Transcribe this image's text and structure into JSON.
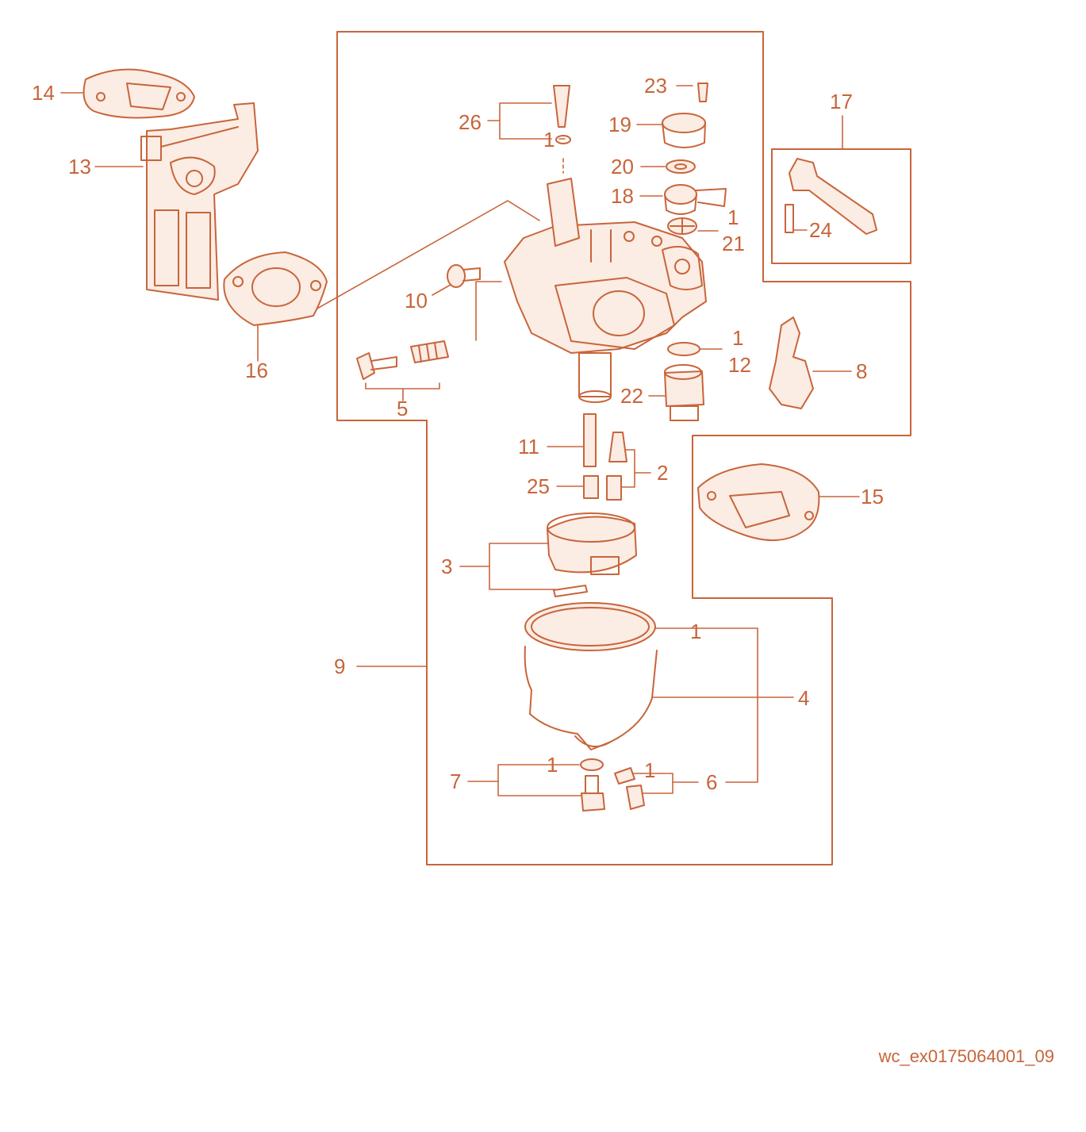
{
  "colors": {
    "ink": "#c8653a",
    "background": "#ffffff"
  },
  "callouts": {
    "c1a": "1",
    "c1b": "1",
    "c1c": "1",
    "c1d": "1",
    "c1e": "1",
    "c1f": "1",
    "c2": "2",
    "c3": "3",
    "c4": "4",
    "c5": "5",
    "c6": "6",
    "c7": "7",
    "c8": "8",
    "c9": "9",
    "c10": "10",
    "c11": "11",
    "c12": "12",
    "c13": "13",
    "c14": "14",
    "c15": "15",
    "c16": "16",
    "c17": "17",
    "c18": "18",
    "c19": "19",
    "c20": "20",
    "c21": "21",
    "c22": "22",
    "c23": "23",
    "c24": "24",
    "c25": "25",
    "c26": "26"
  },
  "drawing_code": "wc_ex0175064001_09"
}
